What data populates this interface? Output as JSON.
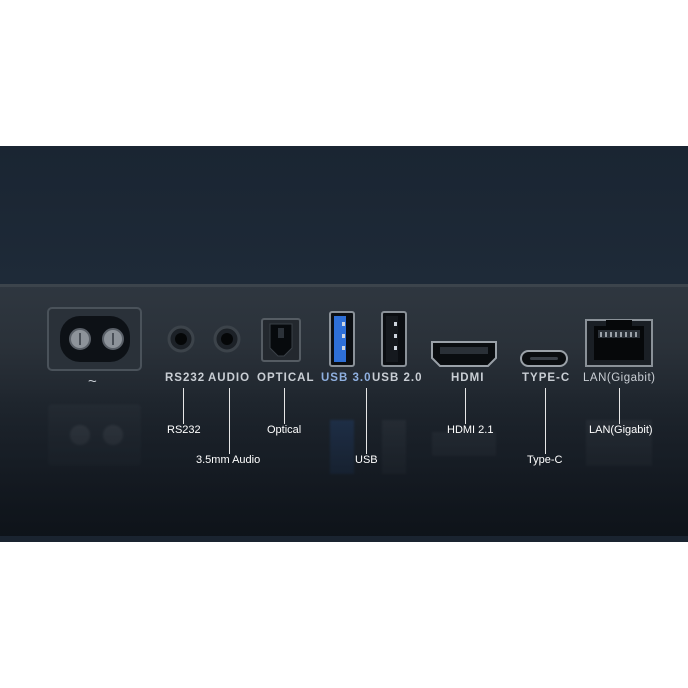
{
  "ports": {
    "power_symbol": "~",
    "rs232": "RS232",
    "audio": "AUDIO",
    "optical": "OPTICAL",
    "usb3": "USB 3.0",
    "usb2": "USB 2.0",
    "hdmi": "HDMI",
    "typec": "TYPE-C",
    "lan": "LAN(Gigabit)"
  },
  "callouts": {
    "rs232": "RS232",
    "audio": "3.5mm Audio",
    "optical": "Optical",
    "usb": "USB",
    "hdmi": "HDMI 2.1",
    "typec": "Type-C",
    "lan": "LAN(Gigabit)"
  },
  "colors": {
    "usb3_blue": "#2e6fd6",
    "label_gray": "#c9ced4",
    "callout_white": "#ffffff"
  }
}
